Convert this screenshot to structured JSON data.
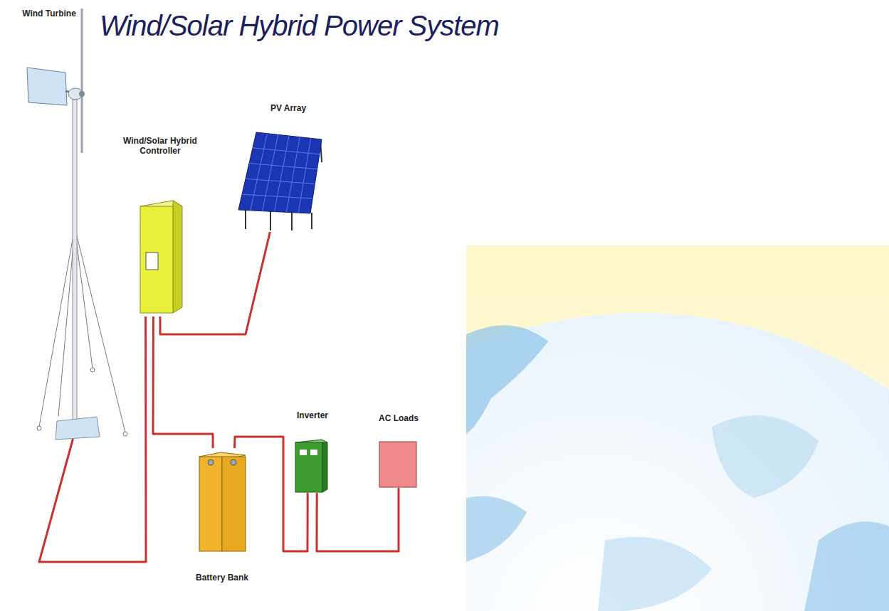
{
  "diagram": {
    "title": "Wind/Solar Hybrid Power System",
    "nodes": [
      {
        "text": [
          "Wind Turbine"
        ]
      },
      {
        "text": [
          "Wind/Solar Hybrid Controller"
        ]
      },
      {
        "text": [
          "PV Array"
        ]
      },
      {
        "text": [
          "Inverter"
        ]
      },
      {
        "text": [
          "AC Loads"
        ]
      },
      {
        "text": [
          "Battery Bank"
        ]
      }
    ],
    "edges": [
      {
        "from": 0,
        "to": 1,
        "arrow": "none"
      },
      {
        "from": 2,
        "to": 1,
        "arrow": "none"
      },
      {
        "from": 1,
        "to": 5,
        "arrow": "none"
      },
      {
        "from": 5,
        "to": 3,
        "arrow": "none"
      },
      {
        "from": 3,
        "to": 4,
        "arrow": "none"
      }
    ]
  }
}
